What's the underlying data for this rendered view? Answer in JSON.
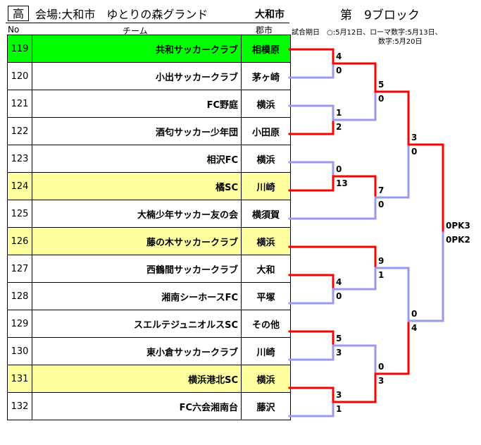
{
  "header": {
    "badge": "高",
    "venue": "会場:大和市　ゆとりの森グランド",
    "city": "大和市",
    "block": "第　9ブロック",
    "col_no": "No",
    "col_team": "チーム",
    "col_city": "郡市",
    "note_line1": "試合期日　○:5月12日、ローマ数字:5月13日、",
    "note_line2": "数字:5月20日"
  },
  "teams": [
    {
      "no": "119",
      "name": "共和サッカークラブ",
      "city": "相模原",
      "highlight": "green"
    },
    {
      "no": "120",
      "name": "小出サッカークラブ",
      "city": "茅ヶ崎",
      "highlight": ""
    },
    {
      "no": "121",
      "name": "FC野庭",
      "city": "横浜",
      "highlight": ""
    },
    {
      "no": "122",
      "name": "酒匂サッカー少年団",
      "city": "小田原",
      "highlight": ""
    },
    {
      "no": "123",
      "name": "相沢FC",
      "city": "横浜",
      "highlight": ""
    },
    {
      "no": "124",
      "name": "橘SC",
      "city": "川崎",
      "highlight": "yellow"
    },
    {
      "no": "125",
      "name": "大楠少年サッカー友の会",
      "city": "横須賀",
      "highlight": ""
    },
    {
      "no": "126",
      "name": "藤の木サッカークラブ",
      "city": "横浜",
      "highlight": "yellow"
    },
    {
      "no": "127",
      "name": "西鶴間サッカークラブ",
      "city": "大和",
      "highlight": ""
    },
    {
      "no": "128",
      "name": "湘南シーホースFC",
      "city": "平塚",
      "highlight": ""
    },
    {
      "no": "129",
      "name": "スエルテジュニオルスSC",
      "city": "その他",
      "highlight": ""
    },
    {
      "no": "130",
      "name": "東小倉サッカークラブ",
      "city": "川崎",
      "highlight": ""
    },
    {
      "no": "131",
      "name": "横浜港北SC",
      "city": "横浜",
      "highlight": "yellow"
    },
    {
      "no": "132",
      "name": "FC六会湘南台",
      "city": "藤沢",
      "highlight": ""
    }
  ],
  "bracket": {
    "colors": {
      "winner": "#ff0000",
      "loser": "#9999ee"
    },
    "scores": {
      "r1": [
        {
          "top": "4",
          "bottom": "0"
        },
        {
          "top": "1",
          "bottom": "2"
        },
        {
          "top": "0",
          "bottom": "13"
        },
        {
          "top": "4",
          "bottom": "0"
        },
        {
          "top": "5",
          "bottom": "3"
        },
        {
          "top": "3",
          "bottom": "1"
        }
      ],
      "r2": [
        {
          "top": "5",
          "bottom": "0"
        },
        {
          "top": "7",
          "bottom": "0"
        },
        {
          "top": "9",
          "bottom": "1"
        },
        {
          "top": "0",
          "bottom": "3"
        }
      ],
      "r3": [
        {
          "top": "3",
          "bottom": "0"
        },
        {
          "top": "0",
          "bottom": "4"
        }
      ],
      "final": {
        "top": "0PK3",
        "bottom": "0PK2"
      }
    }
  }
}
